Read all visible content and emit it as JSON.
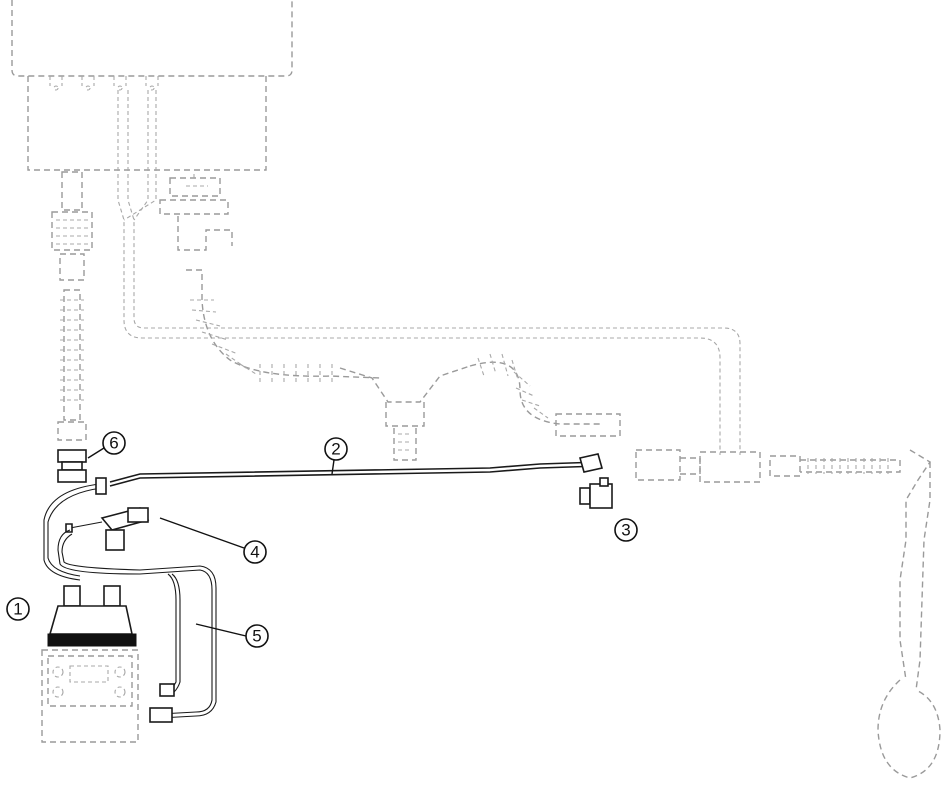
{
  "callouts": [
    {
      "id": "1",
      "label": "1"
    },
    {
      "id": "2",
      "label": "2"
    },
    {
      "id": "3",
      "label": "3"
    },
    {
      "id": "4",
      "label": "4"
    },
    {
      "id": "5",
      "label": "5"
    },
    {
      "id": "6",
      "label": "6"
    }
  ],
  "colors": {
    "highlighted_parts": "#111111",
    "background_parts": "#9a9a9a"
  }
}
